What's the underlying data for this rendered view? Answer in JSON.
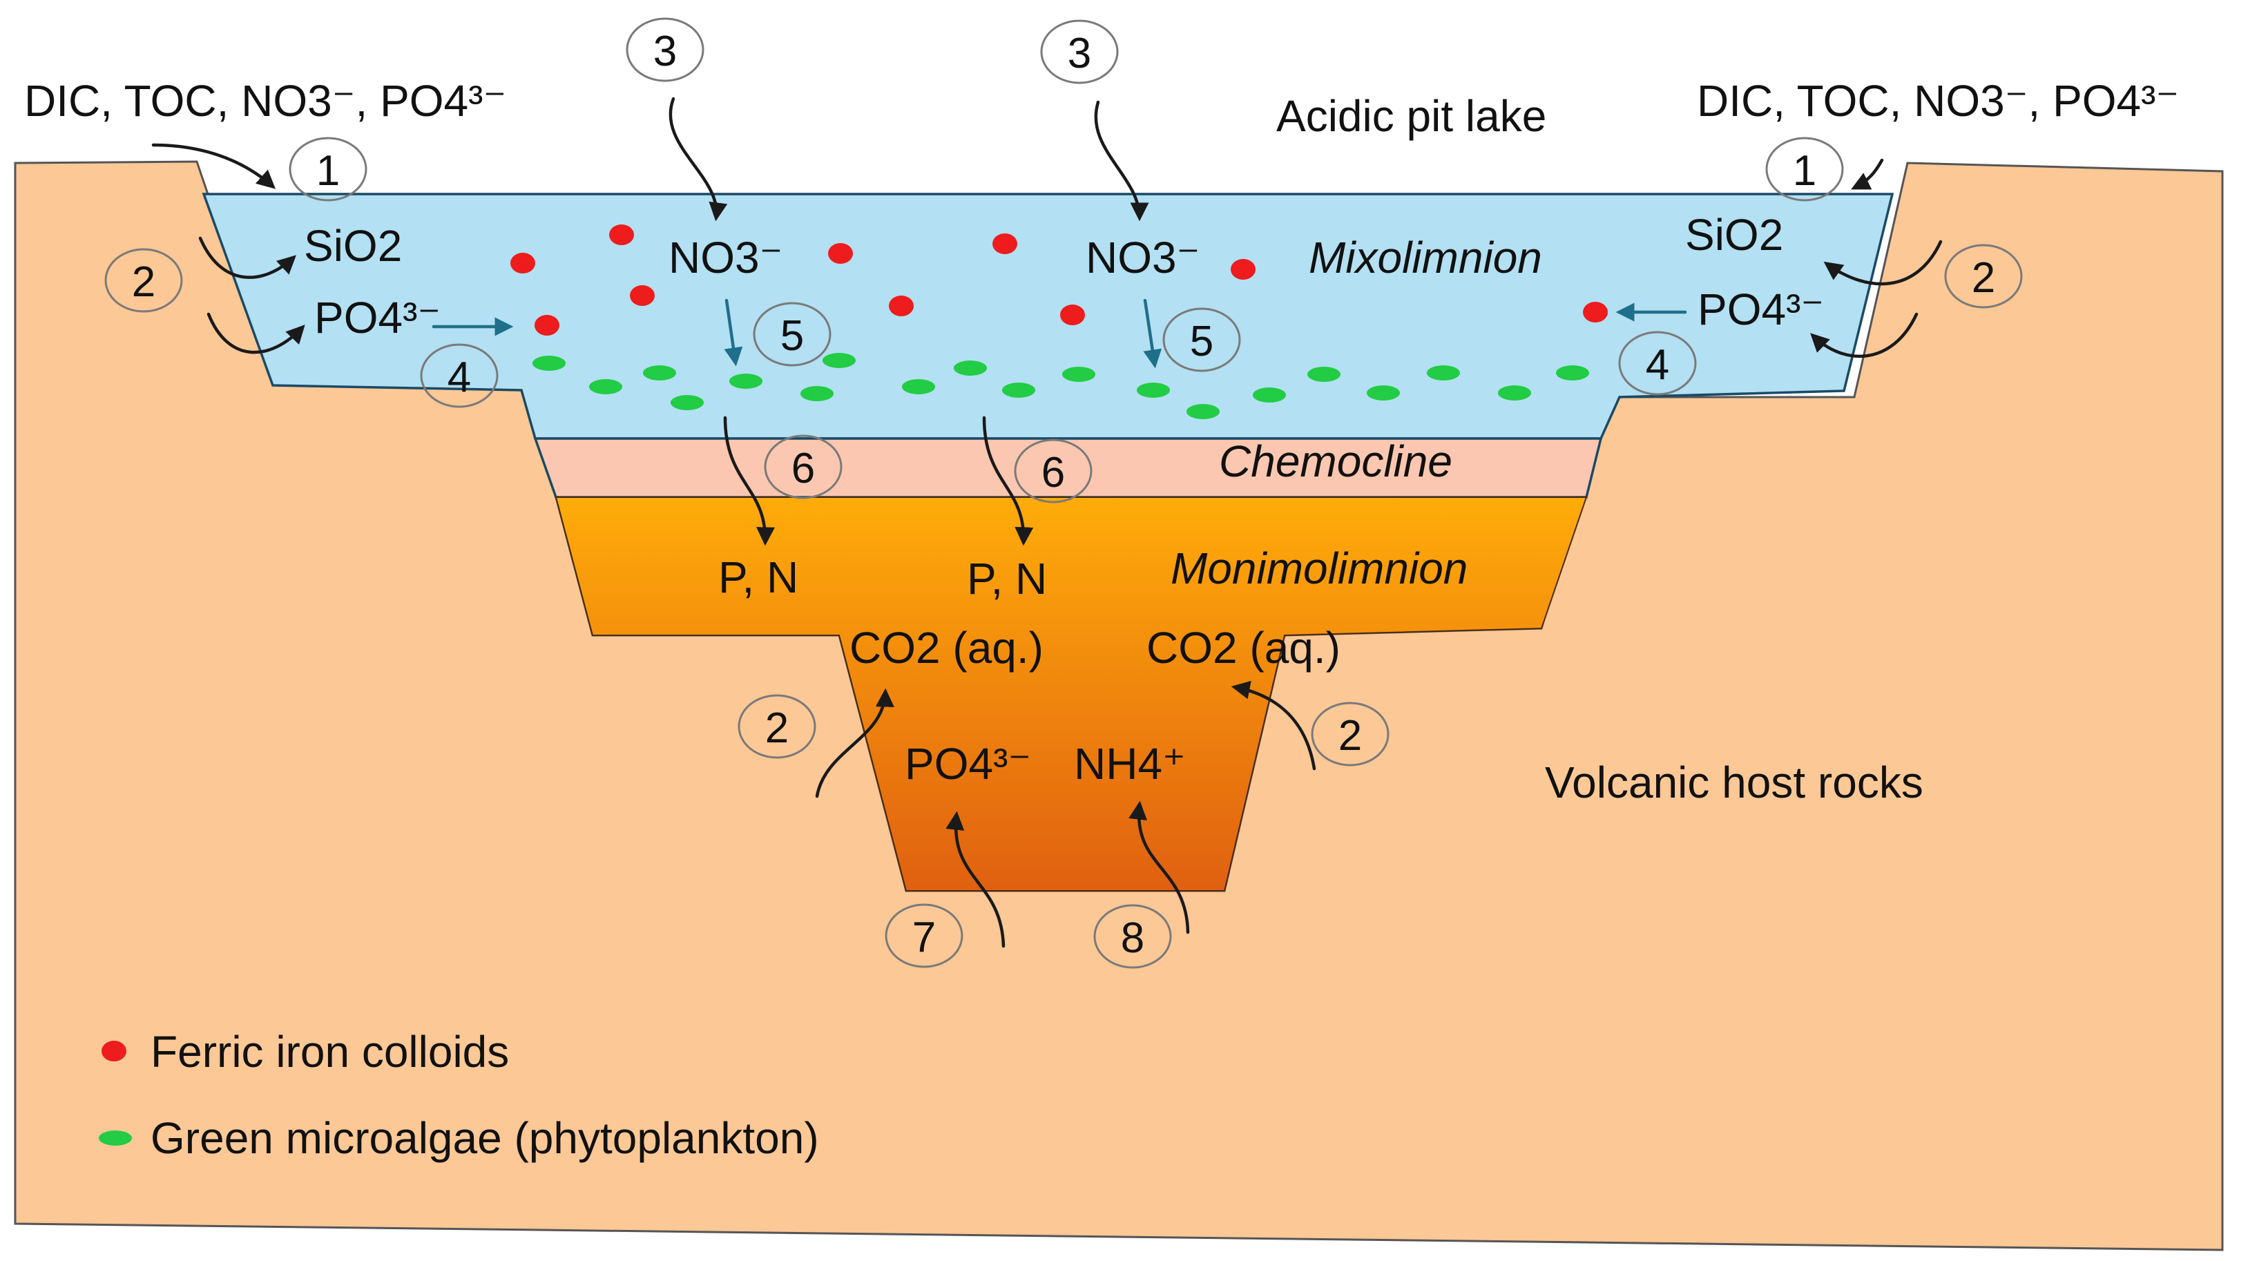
{
  "labels": {
    "inputs": "DIC, TOC, NO3⁻, PO4³⁻",
    "pit_lake": "Acidic pit lake",
    "mixolimnion": "Mixolimnion",
    "chemocline": "Chemocline",
    "monimolimnion": "Monimolimnion",
    "host_rocks": "Volcanic host rocks",
    "sio2": "SiO2",
    "po4": "PO4³⁻",
    "no3": "NO3⁻",
    "pn": "P, N",
    "co2": "CO2 (aq.)",
    "nh4": "NH4⁺"
  },
  "process_numbers": [
    "1",
    "2",
    "3",
    "4",
    "5",
    "6",
    "7",
    "8"
  ],
  "legend": {
    "ferric": "Ferric iron colloids",
    "algae": "Green microalgae (phytoplankton)"
  },
  "colors": {
    "rock": "#fcc896",
    "mixolimnion": "#b3e0f2",
    "chemocline": "#fbc7b0",
    "monimolimnion_top": "#ffac0a",
    "monimolimnion_bottom": "#e06010",
    "ferric_colloid": "#ee1c1c",
    "microalgae": "#22cc44",
    "blue_arrow": "#1f6f8b"
  }
}
